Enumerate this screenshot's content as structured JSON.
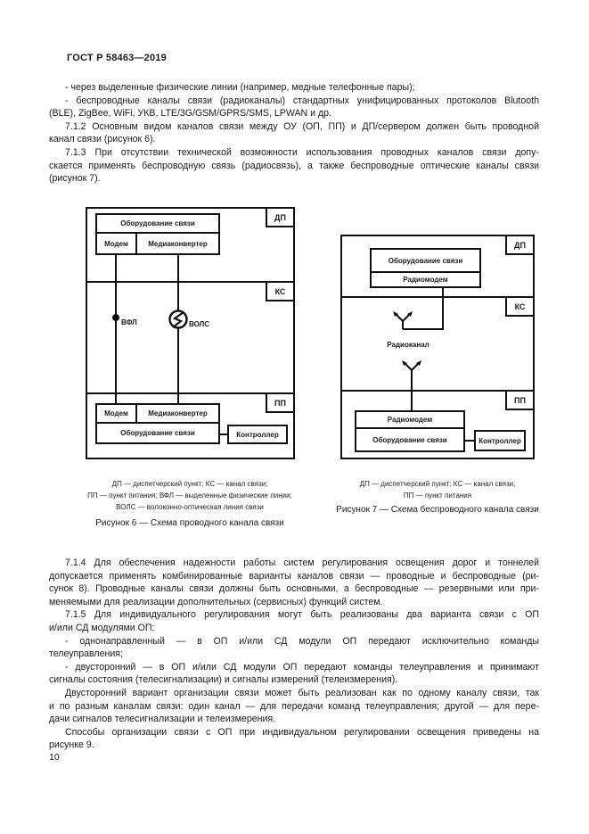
{
  "header": {
    "title": "ГОСТ Р 58463—2019"
  },
  "page_number": "10",
  "body_top": {
    "lines": [
      {
        "t": "- через выделенные физические линии (например, медные телефонные пары);",
        "c": "ind last"
      },
      {
        "t": "- беспроводные каналы связи (радиоканалы) стандартных унифицированных протоколов Blutooth",
        "c": "ind"
      },
      {
        "t": "(BLE), ZigBee, WiFi, УКВ, LTE/3G/GSM/GPRS/SMS, LPWAN и др.",
        "c": "last"
      },
      {
        "t": "7.1.2 Основным видом каналов связи между ОУ (ОП, ПП) и ДП/сервером должен быть проводной",
        "c": "ind"
      },
      {
        "t": "канал связи (рисунок 6).",
        "c": "last"
      },
      {
        "t": "7.1.3 При отсутствии технической возможности использования проводных каналов связи допу-",
        "c": "ind"
      },
      {
        "t": "скается применять беспроводную связь (радиосвязь), а также беспроводные оптические каналы связи",
        "c": ""
      },
      {
        "t": "(рисунок 7).",
        "c": "last"
      }
    ]
  },
  "body_bottom": {
    "lines": [
      {
        "t": "7.1.4 Для обеспечения надежности работы систем регулирования освещения дорог и тоннелей",
        "c": "ind"
      },
      {
        "t": "допускается применять комбинированные варианты каналов связи — проводные и беспроводные (ри-",
        "c": ""
      },
      {
        "t": "сунок 8). Проводные каналы связи должны быть основными, а беспроводные — резервными или при-",
        "c": ""
      },
      {
        "t": "меняемыми для реализации дополнительных (сервисных) функций систем.",
        "c": "last"
      },
      {
        "t": "7.1.5 Для индивидуального регулирования могут быть реализованы два варианта связи с ОП",
        "c": "ind"
      },
      {
        "t": "и/или СД модулями ОП:",
        "c": "last"
      },
      {
        "t": "- однонаправленный — в ОП и/или СД модули ОП передают исключительно команды",
        "c": "ind"
      },
      {
        "t": "телеуправления;",
        "c": "last"
      },
      {
        "t": "- двусторонний — в ОП и/или СД модули ОП передают команды телеуправления и принимают",
        "c": "ind"
      },
      {
        "t": "сигналы состояния (телесигнализации) и сигналы измерений (телеизмерения).",
        "c": "last"
      },
      {
        "t": "Двусторонний вариант организации связи может быть реализован как по одному каналу связи, так",
        "c": "ind"
      },
      {
        "t": "и по разным каналам связи: один канал — для передачи команд телеуправления; другой — для пере-",
        "c": ""
      },
      {
        "t": "дачи сигналов телесигнализации и телеизмерения.",
        "c": "last"
      },
      {
        "t": "Способы организации связи с ОП при индивидуальном регулировании освещения приведены на",
        "c": "ind"
      },
      {
        "t": "рисунке 9.",
        "c": "last"
      }
    ]
  },
  "figure6": {
    "tag_dp": "ДП",
    "tag_ks": "КС",
    "tag_pp": "ПП",
    "dp_equipment": "Оборудование связи",
    "dp_modem": "Модем",
    "dp_mediaconverter": "Медиаконвертер",
    "pp_modem": "Модем",
    "pp_mediaconverter": "Медиаконвертер",
    "pp_equipment": "Оборудование связи",
    "controller": "Контроллер",
    "vfl": "ВФЛ",
    "vols": "ВОЛС",
    "legend": [
      "ДП — диспетчерский пункт; КС — канал связи;",
      "ПП — пункт питания; ВФЛ — выделенные физические линии;",
      "ВОЛС — волоконно-оптическая линия связи"
    ],
    "caption": "Рисунок 6 — Схема проводного канала связи"
  },
  "figure7": {
    "tag_dp": "ДП",
    "tag_ks": "КС",
    "tag_pp": "ПП",
    "dp_equipment": "Оборудование связи",
    "dp_radiomodem": "Радиомодем",
    "radio_channel": "Радиоканал",
    "pp_radiomodem": "Радиомодем",
    "pp_equipment": "Оборудование связи",
    "controller": "Контроллер",
    "legend": [
      "ДП — диспетчерский пункт; КС — канал связи;",
      "ПП — пункт питания"
    ],
    "caption": "Рисунок 7 — Схема беспроводного канала связи"
  }
}
